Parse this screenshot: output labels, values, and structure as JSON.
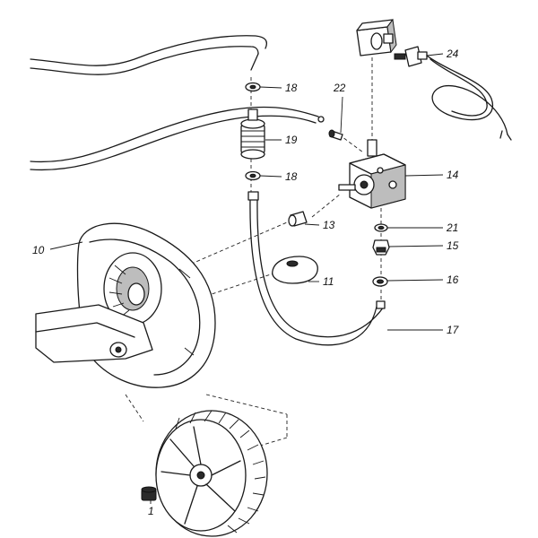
{
  "callouts": {
    "c1": "1",
    "c10": "10",
    "c11": "11",
    "c13": "13",
    "c14": "14",
    "c15": "15",
    "c16": "16",
    "c17": "17",
    "c18a": "18",
    "c18b": "18",
    "c19": "19",
    "c21": "21",
    "c22": "22",
    "c24": "24"
  }
}
